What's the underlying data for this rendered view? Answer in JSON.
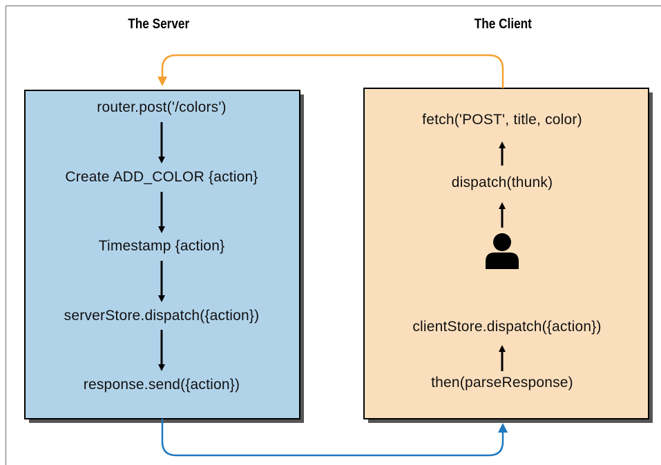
{
  "headings": {
    "server": "The Server",
    "client": "The Client"
  },
  "server": {
    "steps": [
      "router.post('/colors')",
      "Create ADD_COLOR {action}",
      "Timestamp {action}",
      "serverStore.dispatch({action})",
      "response.send({action})"
    ]
  },
  "client": {
    "steps": [
      "fetch('POST', title, color)",
      "dispatch(thunk)",
      "clientStore.dispatch({action})",
      "then(parseResponse)"
    ],
    "icon": "user-icon"
  },
  "colors": {
    "server_fill": "#b1d3ea",
    "client_fill": "#fbdfbd",
    "orange_connector": "#f5a030",
    "blue_connector": "#1f77be",
    "arrow": "#000000"
  }
}
